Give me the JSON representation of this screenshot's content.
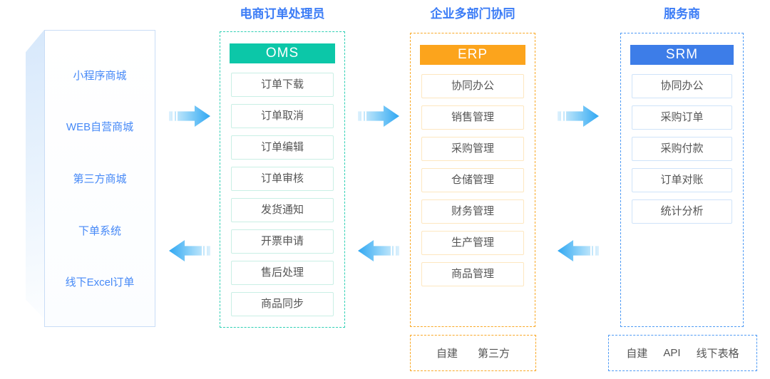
{
  "colors": {
    "title_blue": "#3b7cf6",
    "source_text": "#4689f7",
    "source_border": "#c9ddf6",
    "oms_accent": "#0cc7a8",
    "oms_border": "#2fd0b4",
    "oms_item_border": "#c9efe5",
    "erp_accent": "#fca41c",
    "erp_border": "#f9a825",
    "erp_item_border": "#fde7c0",
    "srm_accent": "#3d7de8",
    "srm_border": "#4f9bf5",
    "srm_item_border": "#cfe3f9",
    "arrow_blue": "#2fa7f2",
    "item_text": "#555555"
  },
  "source_panel": {
    "items": [
      "小程序商城",
      "WEB自营商城",
      "第三方商城",
      "下单系统",
      "线下Excel订单"
    ]
  },
  "oms_column": {
    "title": "电商订单处理员",
    "system_label": "OMS",
    "items": [
      "订单下载",
      "订单取消",
      "订单编辑",
      "订单审核",
      "发货通知",
      "开票申请",
      "售后处理",
      "商品同步"
    ]
  },
  "erp_column": {
    "title": "企业多部门协同",
    "system_label": "ERP",
    "items": [
      "协同办公",
      "销售管理",
      "采购管理",
      "仓储管理",
      "财务管理",
      "生产管理",
      "商品管理"
    ],
    "footer_options": [
      "自建",
      "第三方"
    ]
  },
  "srm_column": {
    "title": "服务商",
    "system_label": "SRM",
    "items": [
      "协同办公",
      "采购订单",
      "采购付款",
      "订单对账",
      "统计分析"
    ],
    "footer_options": [
      "自建",
      "API",
      "线下表格"
    ]
  }
}
